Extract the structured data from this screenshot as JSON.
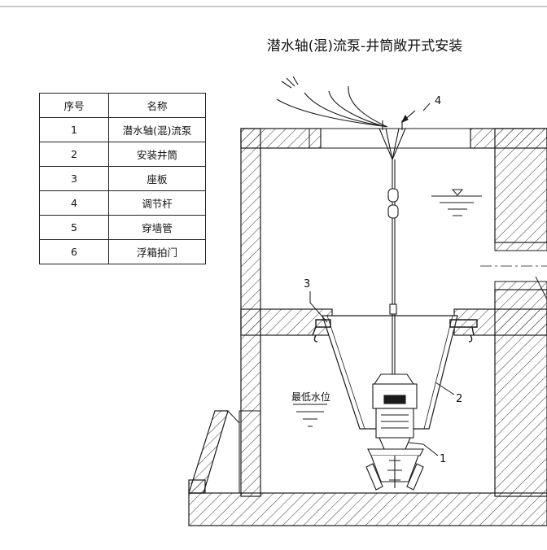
{
  "title": "潜水轴(混)流泵-井筒敞开式安装",
  "parts_table": {
    "headers": [
      "序号",
      "名称"
    ],
    "rows": [
      {
        "no": "1",
        "name": "潜水轴(混)流泵"
      },
      {
        "no": "2",
        "name": "安装井筒"
      },
      {
        "no": "3",
        "name": "座板"
      },
      {
        "no": "4",
        "name": "调节杆"
      },
      {
        "no": "5",
        "name": "穿墙管"
      },
      {
        "no": "6",
        "name": "浮箱拍门"
      }
    ]
  },
  "callouts": {
    "c1": "1",
    "c2": "2",
    "c3": "3",
    "c4": "4"
  },
  "min_water_level_label": "最低水位",
  "colors": {
    "line": "#1a1a1a",
    "background": "#ffffff"
  }
}
